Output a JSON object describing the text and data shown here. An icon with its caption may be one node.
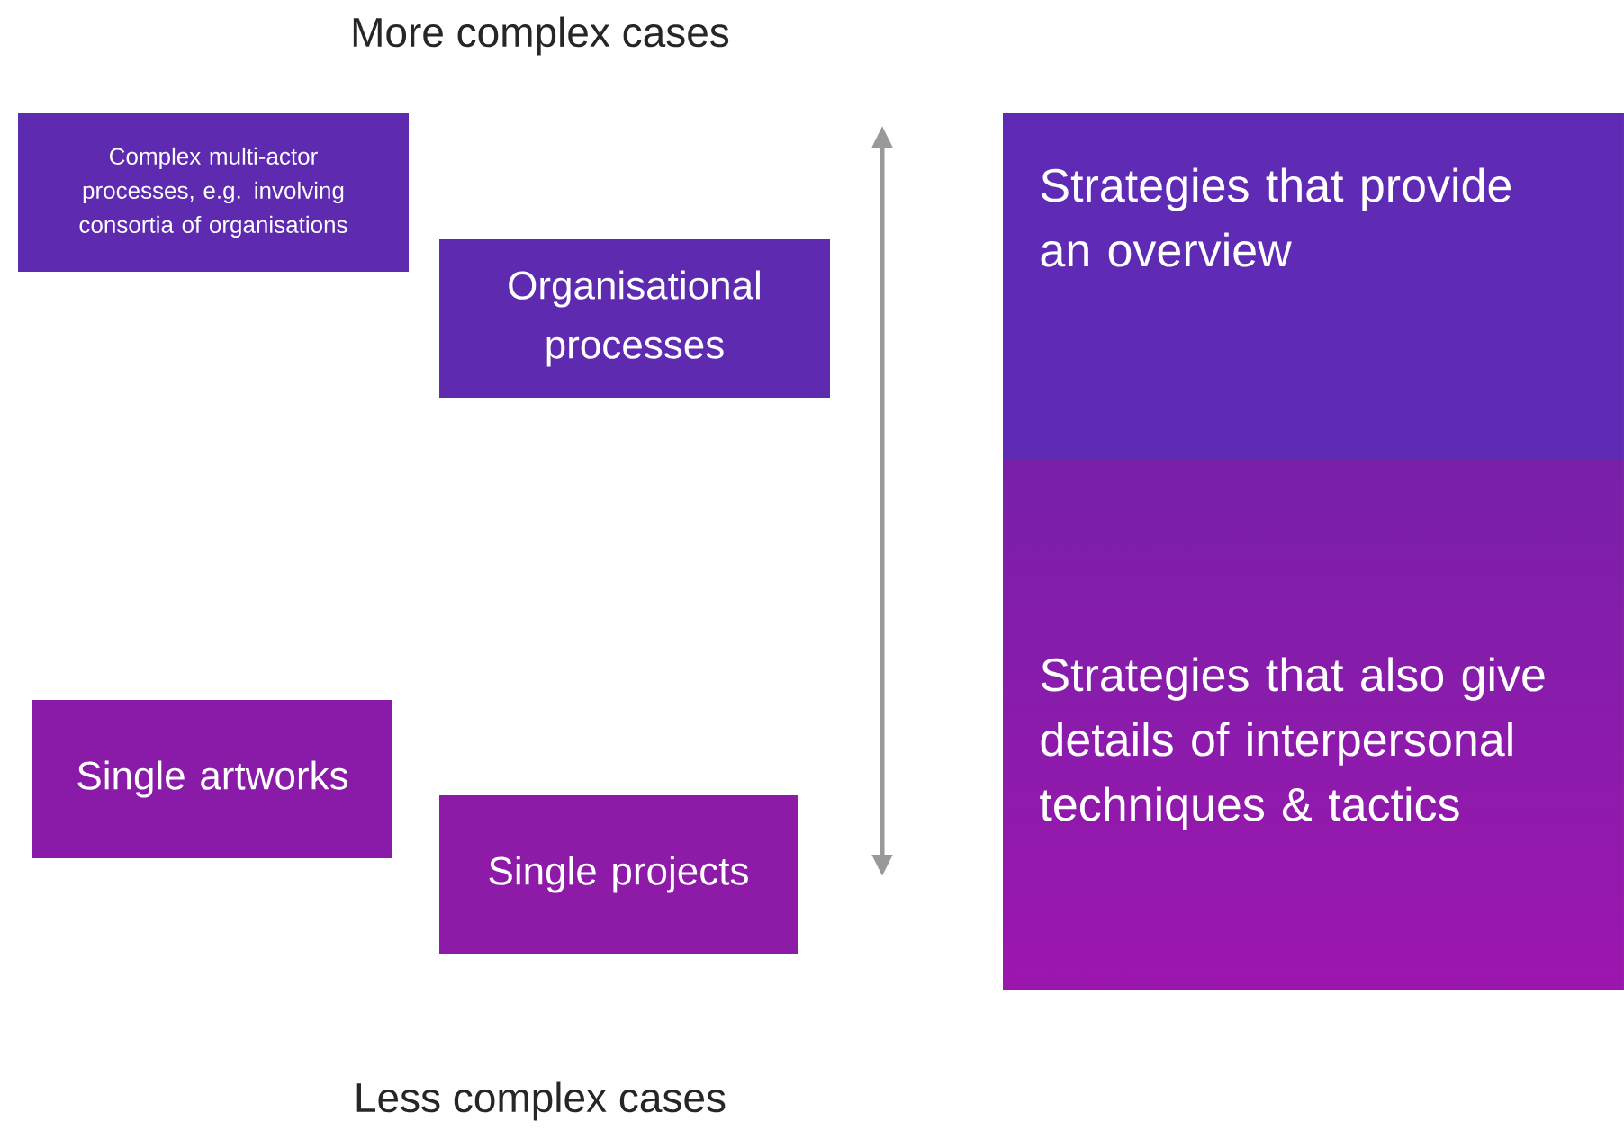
{
  "diagram": {
    "nodes": [
      {
        "text": [
          "Complex multi-actor processes, e.g. involving consortia of organisations"
        ]
      },
      {
        "text": [
          "Organisational processes"
        ]
      },
      {
        "text": [
          "Single artworks"
        ]
      },
      {
        "text": [
          "Single projects"
        ]
      },
      {
        "text": [
          "Strategies that provide an overview"
        ]
      },
      {
        "text": [
          "Strategies that also give details of interpersonal techniques & tactics"
        ]
      }
    ],
    "labels": [
      "More complex cases",
      "Less complex cases"
    ]
  }
}
